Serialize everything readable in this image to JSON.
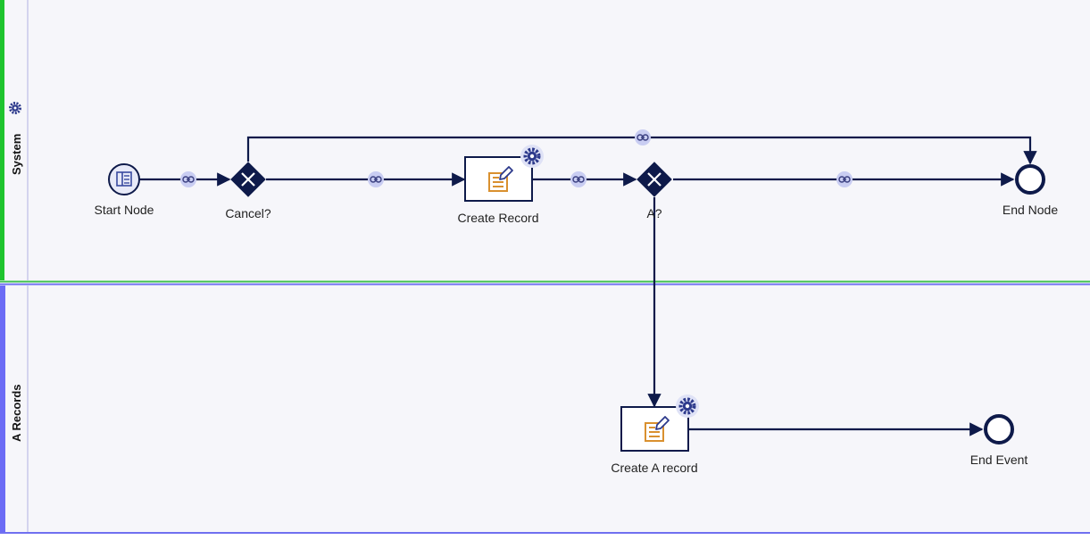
{
  "colors": {
    "lane_bg": "#f6f6fa",
    "system_accent": "#1fc42e",
    "records_accent": "#6c6cf5",
    "divider_green": "#3fbf4f",
    "divider_blue": "#7070f0",
    "flow": "#0e1a4a",
    "link_bubble": "#c9cdf2",
    "link_icon": "#3a3f80",
    "task_icon": "#d9902f",
    "start_fill": "#e8eaf8"
  },
  "lanes": [
    {
      "id": "system",
      "label": "System",
      "icon": "gear-icon"
    },
    {
      "id": "records",
      "label": "A Records"
    }
  ],
  "nodes": {
    "start": {
      "label": "Start Node",
      "type": "start-event",
      "icon": "list-icon"
    },
    "cancel": {
      "label": "Cancel?",
      "type": "exclusive-gateway"
    },
    "create_record": {
      "label": "Create Record",
      "type": "script-task",
      "icon": "record-edit-icon",
      "badge": "gear-icon"
    },
    "a_gateway": {
      "label": "A?",
      "type": "exclusive-gateway"
    },
    "end_node": {
      "label": "End Node",
      "type": "end-event"
    },
    "create_a_record": {
      "label": "Create A record",
      "type": "script-task",
      "icon": "record-edit-icon",
      "badge": "gear-icon"
    },
    "end_event": {
      "label": "End Event",
      "type": "end-event"
    }
  },
  "flows": [
    {
      "from": "start",
      "to": "cancel",
      "link_icon": "link-icon"
    },
    {
      "from": "cancel",
      "to": "create_record",
      "link_icon": "link-icon"
    },
    {
      "from": "cancel",
      "to": "end_node",
      "link_icon": "link-icon"
    },
    {
      "from": "create_record",
      "to": "a_gateway",
      "link_icon": "link-icon"
    },
    {
      "from": "a_gateway",
      "to": "end_node",
      "link_icon": "link-icon"
    },
    {
      "from": "a_gateway",
      "to": "create_a_record"
    },
    {
      "from": "create_a_record",
      "to": "end_event"
    }
  ]
}
